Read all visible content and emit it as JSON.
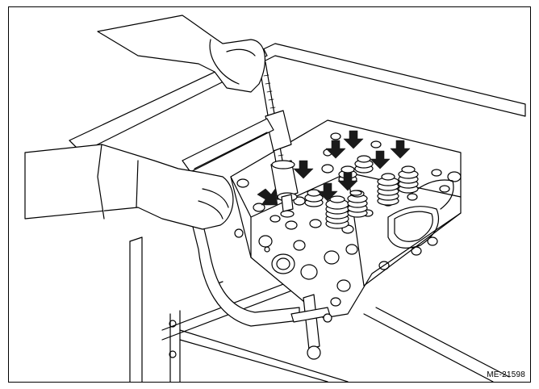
{
  "figure": {
    "code": "ME-21598"
  },
  "colors": {
    "line": "#000000",
    "fill": "#ffffff",
    "arrow": "#1a1a1a"
  },
  "arrows": [
    {
      "target": "valve-spring-1"
    },
    {
      "target": "valve-spring-2"
    },
    {
      "target": "valve-spring-3"
    },
    {
      "target": "valve-spring-4"
    },
    {
      "target": "valve-spring-5"
    },
    {
      "target": "valve-spring-6"
    },
    {
      "target": "valve-spring-7"
    },
    {
      "target": "valve-spring-8"
    },
    {
      "target": "valve-spring-9"
    }
  ]
}
